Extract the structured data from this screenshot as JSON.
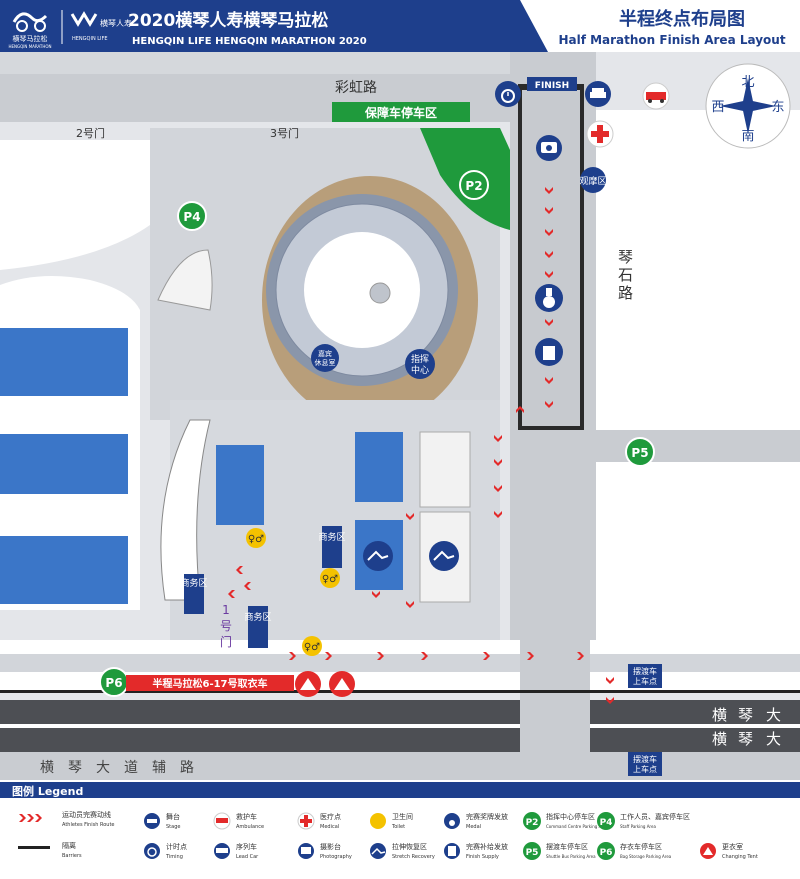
{
  "header": {
    "logo_text": "横琴马拉松",
    "logo_sub": "HENGQIN MARATHON",
    "brand_cn": "横琴人寿",
    "brand_en": "HENGQIN LIFE",
    "title_cn": "2020横琴人寿横琴马拉松",
    "title_en": "HENGQIN LIFE HENGQIN MARATHON 2020",
    "layout_cn": "半程终点布局图",
    "layout_en": "Half Marathon Finish Area Layout"
  },
  "compass": {
    "north": "北",
    "south": "南",
    "east": "东",
    "west": "西"
  },
  "map": {
    "road_rainbow": "彩虹路",
    "road_qinshi_1": "琴",
    "road_qinshi_2": "石",
    "road_qinshi_3": "路",
    "gate2": "2号门",
    "gate3": "3号门",
    "gate1_1": "1",
    "gate1_2": "号",
    "gate1_3": "门",
    "service_parking": "保障车停车区",
    "finish": "FINISH",
    "viewing": "观摩区",
    "vip_1": "嘉宾",
    "vip_2": "休息室",
    "command_1": "指挥",
    "command_2": "中心",
    "business": "商务区",
    "bag_truck": "半程马拉松6-17号取衣车",
    "shuttle_1": "摆渡车",
    "shuttle_2": "上车点",
    "avenue_1": "横",
    "avenue_2": "琴",
    "avenue_3": "大",
    "avenue_aux": "横　琴　大　道　辅　路",
    "p2": "P2",
    "p4": "P4",
    "p5": "P5",
    "p6": "P6"
  },
  "legend": {
    "title": "图例 Legend",
    "items": [
      {
        "cn": "运动员完赛动线",
        "en": "Athletes Finish Route"
      },
      {
        "cn": "隔离",
        "en": "Barriers"
      },
      {
        "cn": "舞台",
        "en": "Stage"
      },
      {
        "cn": "计时点",
        "en": "Timing"
      },
      {
        "cn": "救护车",
        "en": "Ambulance"
      },
      {
        "cn": "序列车",
        "en": "Lead Car"
      },
      {
        "cn": "医疗点",
        "en": "Medical"
      },
      {
        "cn": "摄影台",
        "en": "Photography"
      },
      {
        "cn": "卫生间",
        "en": "Toilet"
      },
      {
        "cn": "拉伸恢复区",
        "en": "Stretch Recovery"
      },
      {
        "cn": "完赛奖牌发放",
        "en": "Medal"
      },
      {
        "cn": "完赛补给发放",
        "en": "Finish Supply"
      },
      {
        "cn": "指挥中心停车区",
        "en": "Command Centre Parking Area"
      },
      {
        "cn": "摆渡车停车区",
        "en": "Shuttle Bus Parking Area"
      },
      {
        "cn": "工作人员、嘉宾停车区",
        "en": "Staff Parking Area"
      },
      {
        "cn": "存衣车停车区",
        "en": "Bag Storage Parking Area"
      },
      {
        "cn": "更衣室",
        "en": "Changing Tent"
      }
    ],
    "p2": "P2",
    "p5": "P5",
    "p4": "P4",
    "p6": "P6"
  },
  "colors": {
    "navy": "#1e3f8c",
    "green": "#1f9a3c",
    "red": "#e32a2a",
    "yellow": "#f4c200",
    "court": "#3b76c8"
  }
}
